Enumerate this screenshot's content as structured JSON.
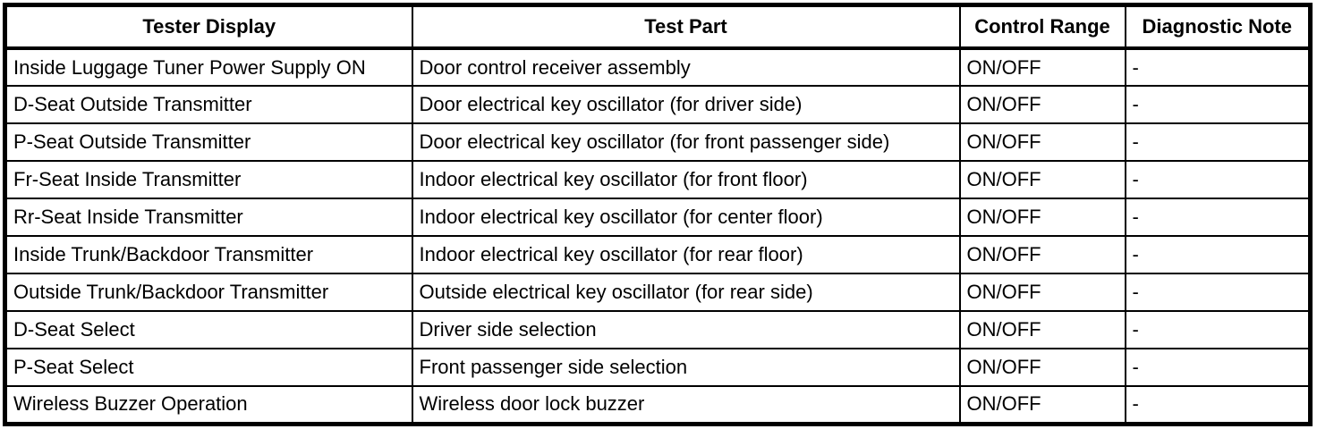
{
  "table": {
    "headers": [
      "Tester Display",
      "Test Part",
      "Control Range",
      "Diagnostic Note"
    ],
    "rows": [
      [
        "Inside Luggage Tuner Power Supply ON",
        "Door control receiver assembly",
        "ON/OFF",
        "-"
      ],
      [
        "D-Seat Outside Transmitter",
        "Door electrical key oscillator (for driver side)",
        "ON/OFF",
        "-"
      ],
      [
        "P-Seat Outside Transmitter",
        "Door electrical key oscillator (for front passenger side)",
        "ON/OFF",
        "-"
      ],
      [
        "Fr-Seat Inside Transmitter",
        "Indoor electrical key oscillator (for front floor)",
        "ON/OFF",
        "-"
      ],
      [
        "Rr-Seat Inside Transmitter",
        "Indoor electrical key oscillator (for center floor)",
        "ON/OFF",
        "-"
      ],
      [
        "Inside Trunk/Backdoor Transmitter",
        "Indoor electrical key oscillator (for rear floor)",
        "ON/OFF",
        "-"
      ],
      [
        "Outside Trunk/Backdoor Transmitter",
        "Outside electrical key oscillator (for rear side)",
        "ON/OFF",
        "-"
      ],
      [
        "D-Seat Select",
        "Driver side selection",
        "ON/OFF",
        "-"
      ],
      [
        "P-Seat Select",
        "Front passenger side selection",
        "ON/OFF",
        "-"
      ],
      [
        "Wireless Buzzer Operation",
        "Wireless door lock buzzer",
        "ON/OFF",
        "-"
      ]
    ],
    "colors": {
      "border": "#000000",
      "text": "#000000",
      "background": "#ffffff"
    }
  }
}
